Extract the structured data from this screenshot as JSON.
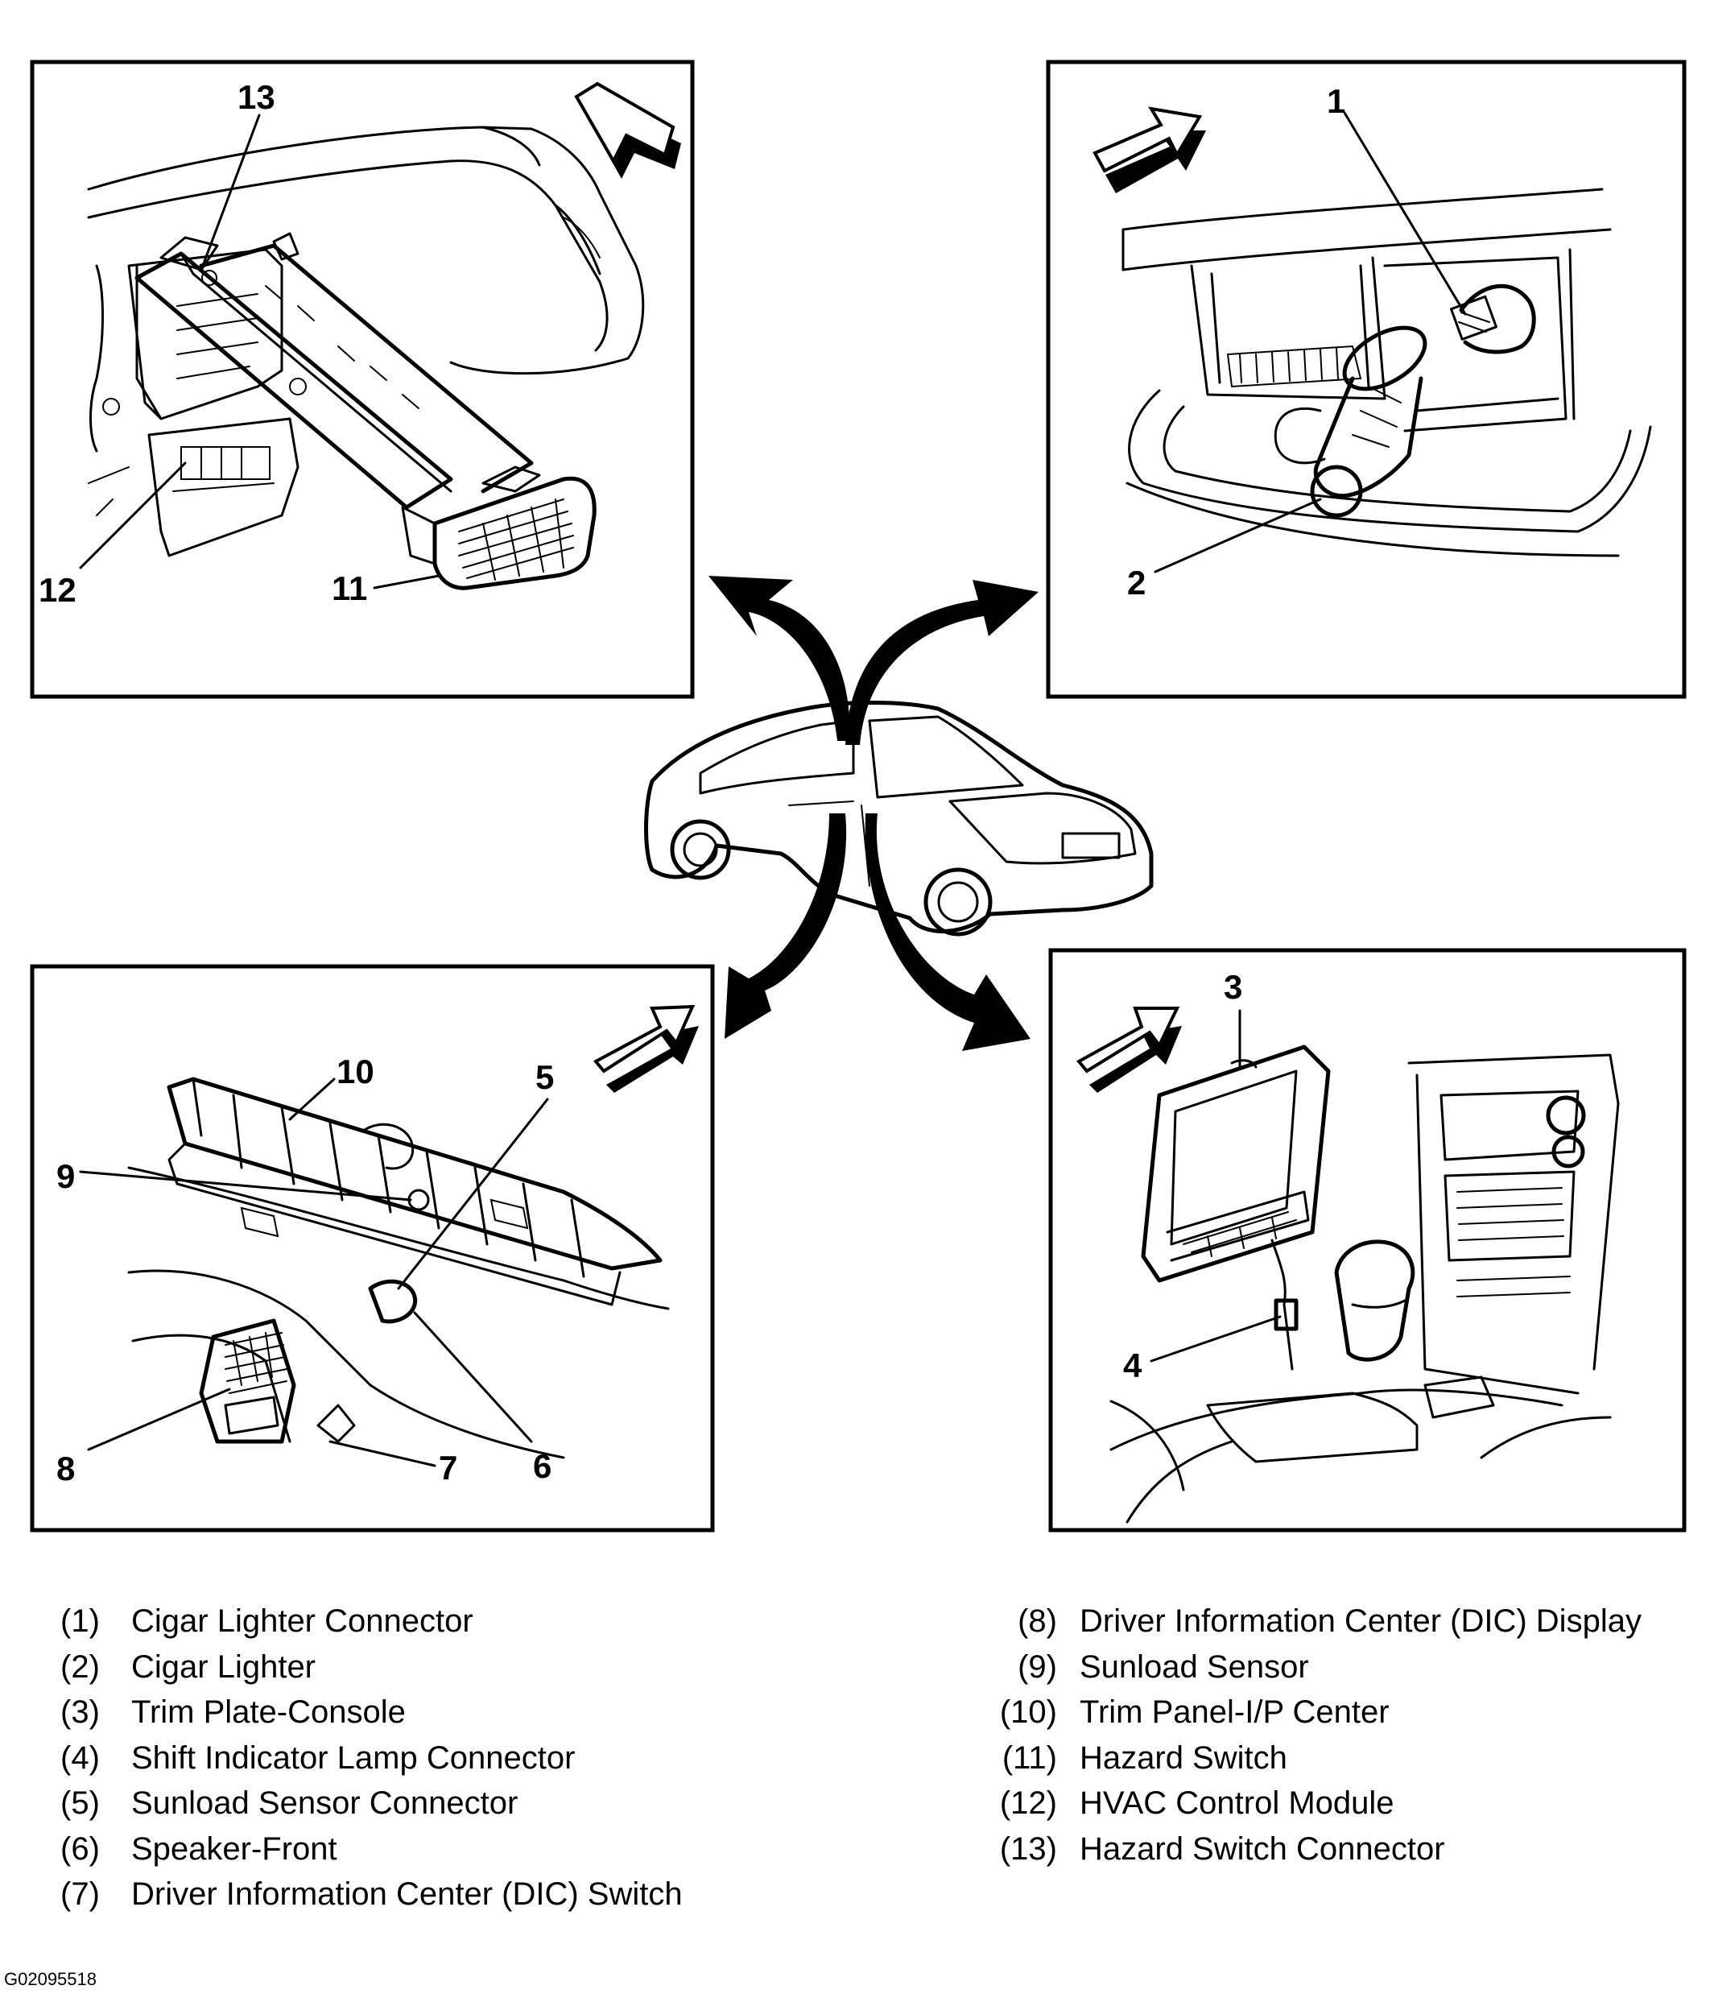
{
  "callouts": {
    "c1": "1",
    "c2": "2",
    "c3": "3",
    "c4": "4",
    "c5": "5",
    "c6": "6",
    "c7": "7",
    "c8": "8",
    "c9": "9",
    "c10": "10",
    "c11": "11",
    "c12": "12",
    "c13": "13"
  },
  "legend": {
    "left": [
      {
        "num": "(1)",
        "label": "Cigar Lighter Connector"
      },
      {
        "num": "(2)",
        "label": "Cigar Lighter"
      },
      {
        "num": "(3)",
        "label": "Trim Plate-Console"
      },
      {
        "num": "(4)",
        "label": "Shift Indicator Lamp Connector"
      },
      {
        "num": "(5)",
        "label": "Sunload Sensor Connector"
      },
      {
        "num": "(6)",
        "label": "Speaker-Front"
      },
      {
        "num": "(7)",
        "label": "Driver Information Center (DIC) Switch"
      }
    ],
    "right": [
      {
        "num": "(8)",
        "label": "Driver Information Center (DIC) Display"
      },
      {
        "num": "(9)",
        "label": "Sunload Sensor"
      },
      {
        "num": "(10)",
        "label": "Trim Panel-I/P Center"
      },
      {
        "num": "(11)",
        "label": "Hazard Switch"
      },
      {
        "num": "(12)",
        "label": "HVAC Control Module"
      },
      {
        "num": "(13)",
        "label": "Hazard Switch Connector"
      }
    ]
  },
  "figure_id": "G02095518"
}
